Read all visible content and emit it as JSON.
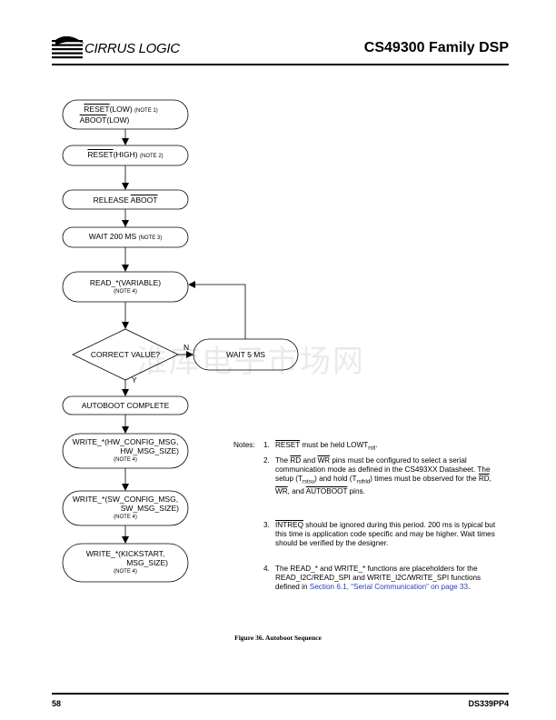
{
  "header": {
    "logo_text": "CIRRUS LOGIC",
    "title": "CS49300 Family DSP"
  },
  "flow": {
    "n1_line1": "RESET",
    "n1_line1b": "(LOW)",
    "n1_note1": "(NOTE 1)",
    "n1_line2": "ABOOT",
    "n1_line2b": "(LOW)",
    "n2_a": "RESET",
    "n2_b": "(HIGH)",
    "n2_note": "(NOTE 2)",
    "n3_a": "RELEASE ",
    "n3_b": "ABOOT",
    "n4_a": "WAIT 200 MS",
    "n4_note": "(NOTE 3)",
    "n5_a": "READ_*(VARIABLE)",
    "n5_note": "(NOTE 4)",
    "decision": "CORRECT VALUE?",
    "label_n": "N",
    "label_y": "Y",
    "wait5": "WAIT 5 MS",
    "n6": "AUTOBOOT COMPLETE",
    "n7_l1": "WRITE_*(HW_CONFIG_MSG,",
    "n7_l2": "HW_MSG_SIZE)",
    "n7_note": "(NOTE 4)",
    "n8_l1": "WRITE_*(SW_CONFIG_MSG,",
    "n8_l2": "SW_MSG_SIZE)",
    "n8_note": "(NOTE 4)",
    "n9_l1": "WRITE_*(KICKSTART,",
    "n9_l2": "MSG_SIZE)",
    "n9_note": "(NOTE 4)"
  },
  "watermark": "淮库电子市场网",
  "notes": {
    "heading": "Notes:",
    "n1_num": "1.",
    "n1_a": "RESET",
    "n1_b": " must be held LOWT",
    "n1_sub": "rstl",
    "n1_c": ".",
    "n2_num": "2.",
    "n2_a": "The ",
    "n2_rd": "RD",
    "n2_b": " and ",
    "n2_wr": "WR",
    "n2_c": " pins must be configured to select a serial communication mode as defined in the CS493XX Datasheet. The setup (T",
    "n2_sub1": "rstsu",
    "n2_d": ") and hold (T",
    "n2_sub2": "rsthld",
    "n2_e": ") times must be observed for the ",
    "n2_rd2": "RD",
    "n2_f": ", ",
    "n2_wr2": "WR",
    "n2_g": ", and ",
    "n2_ab": "AUTOBOOT",
    "n2_h": " pins.",
    "n3_num": "3.",
    "n3_a": "INTREQ",
    "n3_b": " should be ignored during this period. 200 ms is typical but this time is application code specific and may be higher. Wait times should be verified by the designer.",
    "n4_num": "4.",
    "n4_a": "The READ_* and WRITE_* functions are placeholders for the READ_I2C/READ_SPI and WRITE_I2C/WRITE_SPI functions defined in ",
    "n4_link": "Section 6.1, “Serial Communication” on page 33",
    "n4_b": "."
  },
  "caption": "Figure 36.  Autoboot Sequence",
  "footer": {
    "page": "58",
    "doc": "DS339PP4"
  }
}
